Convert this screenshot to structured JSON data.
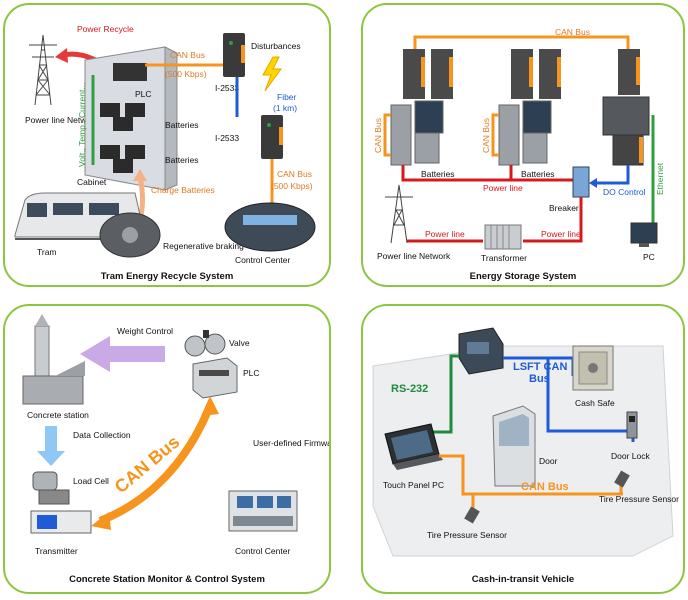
{
  "panels": {
    "tram": {
      "caption": "Tram Energy Recycle System",
      "labels": {
        "power_recycle": "Power Recycle",
        "power_line_network": "Power line Network",
        "sensors": "Volt., Temp., Current...",
        "plc": "PLC",
        "batteries_1": "Batteries",
        "batteries_2": "Batteries",
        "cabinet": "Cabinet",
        "charge_batteries": "Charge Batteries",
        "tram": "Tram",
        "regenerative_braking": "Regenerative braking",
        "can_bus_1": "CAN Bus",
        "kbps_1": "(500 Kbps)",
        "i2533_1": "I-2533",
        "disturbances": "Disturbances",
        "fiber": "Fiber",
        "fiber_len": "(1 km)",
        "i2533_2": "I-2533",
        "can_bus_2": "CAN Bus",
        "kbps_2": "(500 Kbps)",
        "control_center": "Control Center"
      }
    },
    "storage": {
      "caption": "Energy Storage System",
      "labels": {
        "can_bus_top": "CAN Bus",
        "can_bus_left_1": "CAN Bus",
        "can_bus_left_2": "CAN Bus",
        "batteries_1": "Batteries",
        "batteries_2": "Batteries",
        "power_line_1": "Power line",
        "power_line_2": "Power line",
        "power_line_3": "Power line",
        "do_control": "DO Control",
        "breaker": "Breaker",
        "ethernet": "Ethernet",
        "power_line_network": "Power line Network",
        "transformer": "Transformer",
        "pc": "PC"
      }
    },
    "concrete": {
      "caption": "Concrete Station Monitor & Control System",
      "labels": {
        "weight_control": "Weight Control",
        "valve": "Valve",
        "plc": "PLC",
        "concrete_station": "Concrete station",
        "data_collection": "Data Collection",
        "load_cell": "Load Cell",
        "can_bus": "CAN Bus",
        "user_defined_firmware": "User-defined Firmware",
        "transmitter": "Transmitter",
        "control_center": "Control Center"
      }
    },
    "vehicle": {
      "caption": "Cash-in-transit Vehicle",
      "labels": {
        "rs232": "RS-232",
        "lsft_can": "LSFT CAN",
        "bus": "Bus",
        "cash_safe": "Cash Safe",
        "door": "Door",
        "door_lock": "Door Lock",
        "touch_panel_pc": "Touch Panel PC",
        "can_bus": "CAN Bus",
        "tire_pressure_1": "Tire Pressure Sensor",
        "tire_pressure_2": "Tire Pressure Sensor"
      }
    }
  },
  "colors": {
    "border": "#8cc63f",
    "can": "#f7941d",
    "power": "#d7191c",
    "fiber": "#1f5bd6",
    "ethernet": "#2e9e3f",
    "rs232": "#208a3c"
  }
}
